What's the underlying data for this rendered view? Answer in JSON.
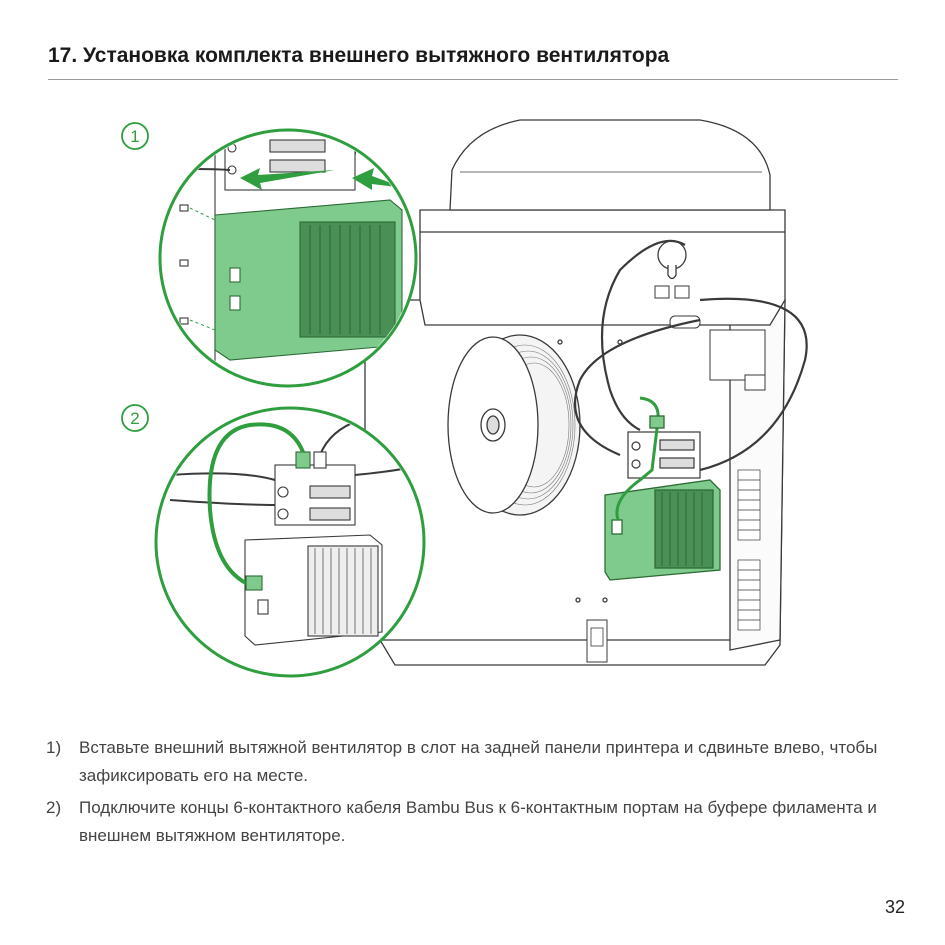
{
  "heading": "17. Установка комплекта внешнего вытяжного вентилятора",
  "badges": [
    "①",
    "②"
  ],
  "steps": [
    {
      "num": "1)",
      "text": "Вставьте внешний вытяжной вентилятор в слот на задней панели принтера и сдвиньте влево, чтобы зафиксировать его на месте."
    },
    {
      "num": "2)",
      "text": "Подключите концы 6-контактного кабеля Bambu Bus к 6-контактным портам на буфере филамента и внешнем вытяжном вентиляторе."
    }
  ],
  "page_number": "32",
  "colors": {
    "accent": "#2e9e3e",
    "fan_fill": "#7fcb8d",
    "line": "#3a3a3a"
  }
}
